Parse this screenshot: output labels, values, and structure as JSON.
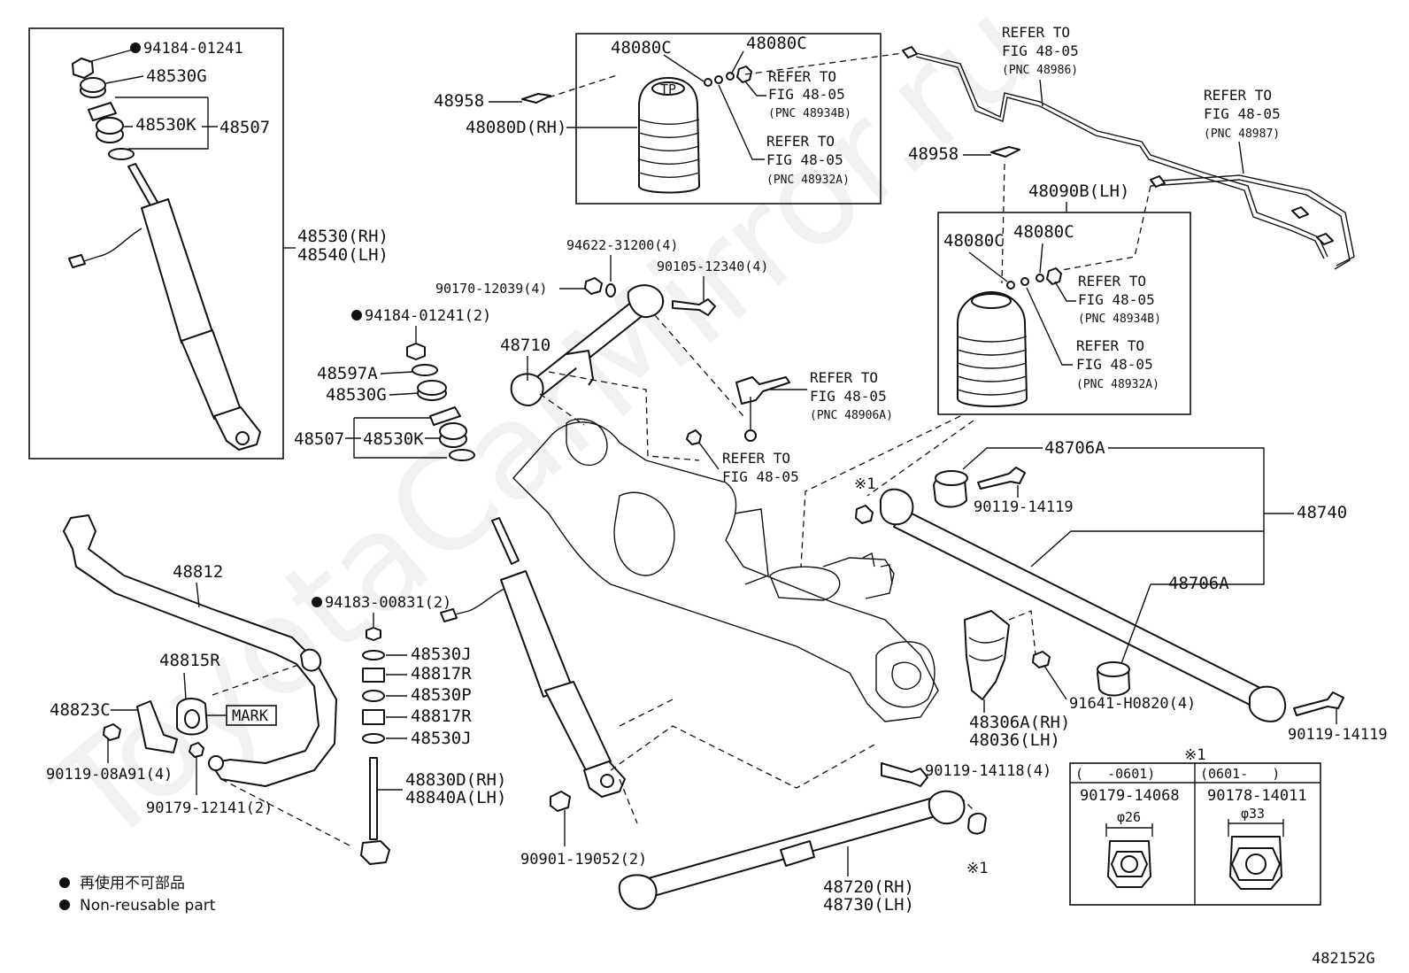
{
  "diagram": {
    "figure_code": "482152G",
    "watermark": "ToyotaCarMirror.ru",
    "legend": {
      "japanese": "再使用不可部品",
      "english": "Non-reusable part"
    },
    "shock_box": {
      "p94184_01241": "94184-01241",
      "p48530G": "48530G",
      "p48530K": "48530K",
      "p48507": "48507",
      "p48530RH": "48530(RH)",
      "p48540LH": "48540(LH)"
    },
    "air_spring_rh": {
      "p48080C_a": "48080C",
      "p48080C_b": "48080C",
      "p48958": "48958",
      "p48080D": "48080D(RH)",
      "ref1": {
        "line1": "REFER TO",
        "line2": "FIG 48-05",
        "pnc": "(PNC 48934B)"
      },
      "ref2": {
        "line1": "REFER TO",
        "line2": "FIG 48-05",
        "pnc": "(PNC 48932A)"
      }
    },
    "pipes": {
      "ref_48986": {
        "line1": "REFER TO",
        "line2": "FIG 48-05",
        "pnc": "(PNC 48986)"
      },
      "ref_48987": {
        "line1": "REFER TO",
        "line2": "FIG 48-05",
        "pnc": "(PNC 48987)"
      },
      "p48958": "48958",
      "p48090B": "48090B(LH)"
    },
    "air_spring_lh": {
      "p48080C_a": "48080C",
      "p48080C_b": "48080C",
      "ref1": {
        "line1": "REFER TO",
        "line2": "FIG 48-05",
        "pnc": "(PNC 48934B)"
      },
      "ref2": {
        "line1": "REFER TO",
        "line2": "FIG 48-05",
        "pnc": "(PNC 48932A)"
      }
    },
    "upper_arm": {
      "p94622": "94622-31200(4)",
      "p90105": "90105-12340(4)",
      "p90170": "90170-12039(4)",
      "p48710": "48710",
      "ref_48906": {
        "line1": "REFER TO",
        "line2": "FIG 48-05",
        "pnc": "(PNC 48906A)"
      },
      "ref_plain": {
        "line1": "REFER TO",
        "line2": "FIG 48-05"
      }
    },
    "mount_stack": {
      "p94184_2": "94184-01241(2)",
      "p48597A": "48597A",
      "p48530G": "48530G",
      "p48507": "48507",
      "p48530K": "48530K"
    },
    "lateral_rod": {
      "p48706A_top": "48706A",
      "p90119_14119_top": "90119-14119",
      "p48740": "48740",
      "p48706A_mid": "48706A",
      "mark1": "※1",
      "p90119_14119_right": "90119-14119",
      "p91641": "91641-H0820(4)",
      "p48306A": "48306A(RH)",
      "p48036": "48036(LH)"
    },
    "stabilizer": {
      "p48812": "48812",
      "p48815R": "48815R",
      "p48823C": "48823C",
      "mark": "MARK",
      "p90119_08A91": "90119-08A91(4)",
      "p90179_12141": "90179-12141(2)"
    },
    "link": {
      "p94183": "94183-00831(2)",
      "p48530J_a": "48530J",
      "p48817R_a": "48817R",
      "p48530P": "48530P",
      "p48817R_b": "48817R",
      "p48530J_b": "48530J",
      "p48830D": "48830D(RH)",
      "p48840A": "48840A(LH)"
    },
    "lower": {
      "p90901": "90901-19052(2)",
      "p90119_14118": "90119-14118(4)",
      "mark1": "※1",
      "p48720": "48720(RH)",
      "p48730": "48730(LH)"
    },
    "nut_table": {
      "mark": "※1",
      "col1_header": "(   -0601)",
      "col2_header": "(0601-   )",
      "col1_part": "90179-14068",
      "col2_part": "90178-14011",
      "col1_dia": "φ26",
      "col2_dia": "φ33"
    }
  }
}
